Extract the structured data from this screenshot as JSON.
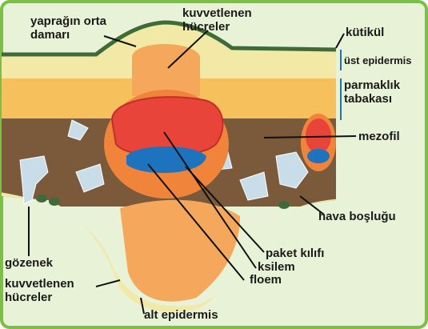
{
  "labels": {
    "midrib_line1": "yaprağın orta",
    "midrib_line2": "damarı",
    "supporting_top_line1": "kuvvetlenen",
    "supporting_top_line2": "hücreler",
    "cuticle": "kütikül",
    "upper_epidermis": "üst epidermis",
    "palisade_line1": "parmaklık",
    "palisade_line2": "tabakası",
    "mesophyll": "mezofil",
    "air_space": "hava boşluğu",
    "bundle_sheath": "paket kılıfı",
    "xylem": "ksilem",
    "phloem": "floem",
    "stoma": "gözenek",
    "supporting_bottom_line1": "kuvvetlenen",
    "supporting_bottom_line2": "hücreler",
    "lower_epidermis": "alt epidermis"
  },
  "colors": {
    "frame": "#7ac143",
    "background": "#e8f2d6",
    "cuticle": "#3f6b3a",
    "epidermis": "#f2e9a6",
    "palisade": "#f6c15c",
    "spongy_mesophyll": "#7a5a3a",
    "supporting_cells": "#f5a85b",
    "bundle_sheath": "#f0843a",
    "xylem": "#e8443a",
    "phloem": "#1e73be",
    "air_space": "#c8dde8",
    "leader_line": "#111111",
    "label_text": "#1a1a1a"
  }
}
